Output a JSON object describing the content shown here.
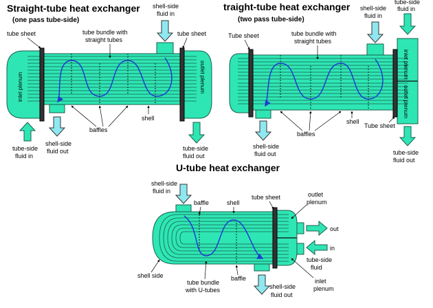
{
  "diagram1": {
    "title": "Straight-tube heat exchanger",
    "subtitle": "(one pass tube-side)",
    "labels": {
      "tube_sheet_left": "tube sheet",
      "tube_sheet_right": "tube sheet",
      "tube_bundle_1": "tube bundle with",
      "tube_bundle_2": "straight tubes",
      "shell_in_1": "shell-side",
      "shell_in_2": "fluid in",
      "inlet_plenum": "inlet plenum",
      "outlet_plenum": "outlet plenum",
      "baffles": "baffles",
      "shell": "shell",
      "tube_in_1": "tube-side",
      "tube_in_2": "fluid in",
      "shell_out_1": "shell-side",
      "shell_out_2": "fluid out",
      "tube_out_1": "tube-side",
      "tube_out_2": "fluid out"
    }
  },
  "diagram2": {
    "title": "traight-tube heat exchanger",
    "subtitle": "(two pass tube-side)",
    "labels": {
      "tube_sheet_left": "Tube sheet",
      "tube_sheet_right": "Tube sheet",
      "tube_bundle_1": "tube bundle with",
      "tube_bundle_2": "straight tubes",
      "shell_in_1": "shell-side",
      "shell_in_2": "fluid in",
      "tube_in_1": "tube-side",
      "tube_in_2": "fluid in",
      "inlet_plenum": "inlet plenum",
      "outlet_plenum": "outlet plenum",
      "baffles": "baffles",
      "shell": "shell",
      "shell_out_1": "shell-side",
      "shell_out_2": "fluid out",
      "tube_out_1": "tube-side",
      "tube_out_2": "fluid out"
    }
  },
  "diagram3": {
    "title": "U-tube heat exchanger",
    "labels": {
      "shell_in_1": "shell-side",
      "shell_in_2": "fluid in",
      "baffle_top": "baffle",
      "shell": "shell",
      "tube_sheet": "tube sheet",
      "outlet_plenum_1": "outlet",
      "outlet_plenum_2": "plenum",
      "out": "out",
      "in": "in",
      "tube_side_1": "tube-side",
      "tube_side_2": "fluid",
      "inlet_plenum_1": "inlet",
      "inlet_plenum_2": "plenum",
      "shell_side": "shell side",
      "tube_bundle_1": "tube bundle",
      "tube_bundle_2": "with U-tubes",
      "baffle_bottom": "baffle",
      "shell_out_1": "shell-side",
      "shell_out_2": "fluid out"
    }
  },
  "colors": {
    "body": "#2ee6b4",
    "dark": "#1a5c4c",
    "flow": "#1e3cd2",
    "inlet": "#3de0c0",
    "arrow": "#8fe8f0"
  }
}
